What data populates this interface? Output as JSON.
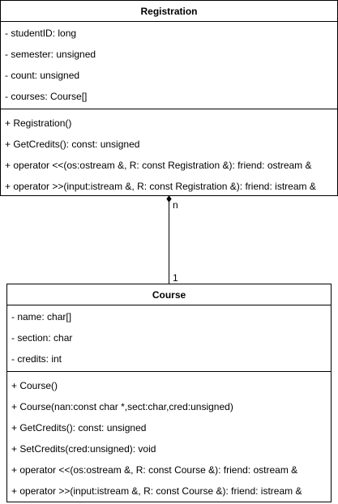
{
  "classes": {
    "registration": {
      "name": "Registration",
      "attributes": [
        "- studentID: long",
        "- semester: unsigned",
        "- count: unsigned",
        "- courses: Course[]"
      ],
      "operations": [
        "+ Registration()",
        "+ GetCredits(): const: unsigned",
        "+ operator <<(os:ostream &, R: const Registration &): friend: ostream &",
        "+ operator >>(input:istream &, R: const Registration &): friend: istream &"
      ]
    },
    "course": {
      "name": "Course",
      "attributes": [
        "- name: char[]",
        "- section: char",
        "- credits: int"
      ],
      "operations": [
        "+ Course()",
        "+ Course(nan:const char *,sect:char,cred:unsigned)",
        "+ GetCredits(): const: unsigned",
        "+ SetCredits(cred:unsigned): void",
        "+ operator <<(os:ostream &, R: const Course &): friend: ostream &",
        "+ operator >>(input:istream &, R: const Course &): friend: istream &"
      ]
    }
  },
  "association": {
    "source_multiplicity": "n",
    "target_multiplicity": "1",
    "source_end": "filled-diamond",
    "line_color": "#000000"
  }
}
